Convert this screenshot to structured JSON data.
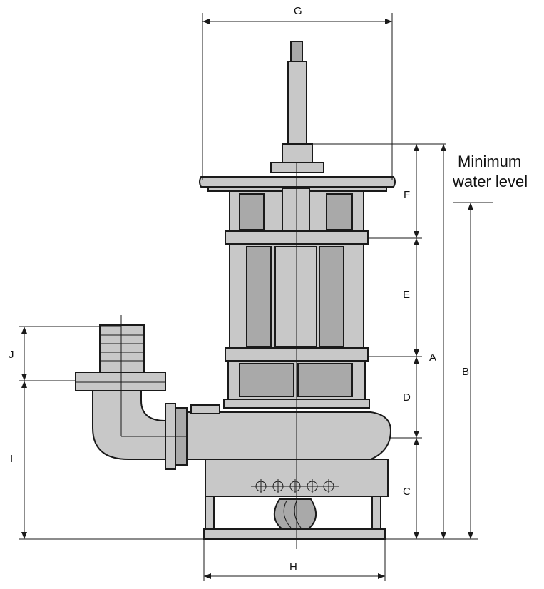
{
  "labels": {
    "A": "A",
    "B": "B",
    "C": "C",
    "D": "D",
    "E": "E",
    "F": "F",
    "G": "G",
    "H": "H",
    "I": "I",
    "J": "J"
  },
  "note": {
    "line1": "Minimum",
    "line2": "water level"
  },
  "colors": {
    "body_fill": "#c8c8c8",
    "line": "#1a1a1a"
  }
}
